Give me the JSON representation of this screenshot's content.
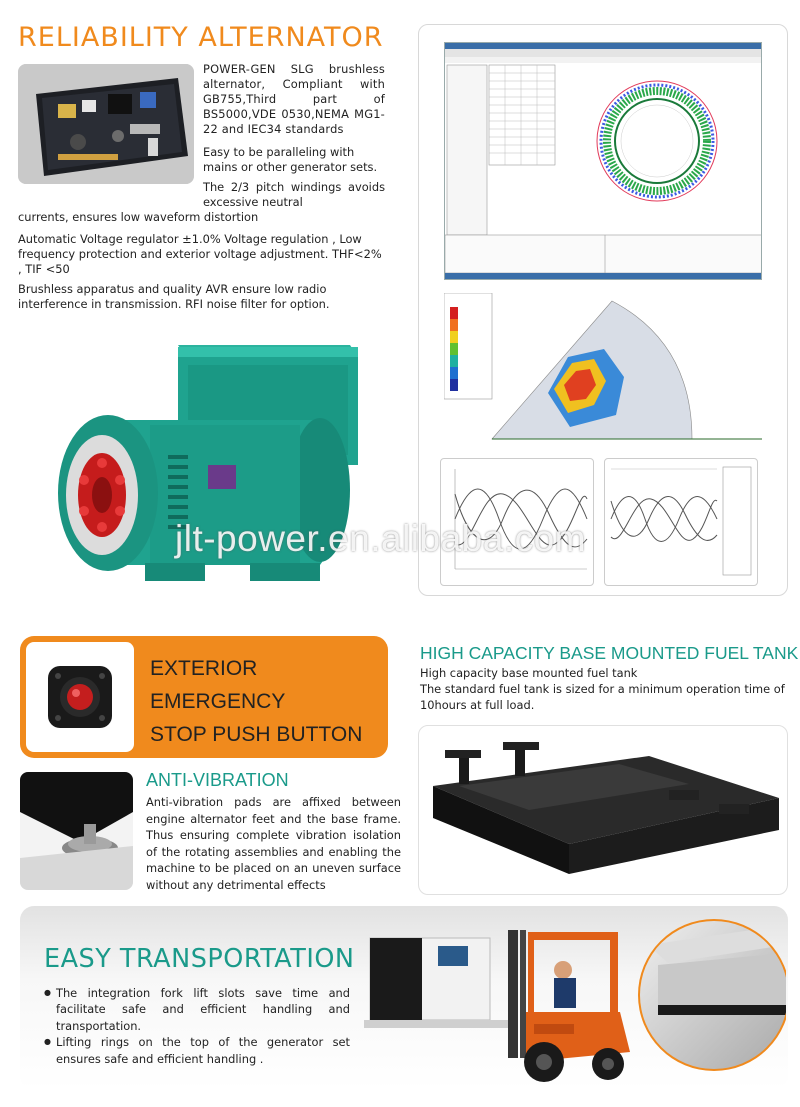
{
  "reliability": {
    "title": "RELIABILITY ALTERNATOR",
    "para1": "POWER-GEN SLG brushless alternator, Compliant with GB755,Third part of BS5000,VDE 0530,NEMA MG1-22 and IEC34 standards",
    "para2": "Easy to be paralleling with mains or other generator sets.",
    "para3a": "The 2/3 pitch windings avoids excessive neutral",
    "para3b": "currents, ensures low waveform distortion",
    "para4": "Automatic Voltage regulator ±1.0% Voltage regulation , Low frequency protection and exterior voltage adjustment. THF<2% , TIF <50",
    "para5": "Brushless apparatus and quality AVR ensure low radio interference in transmission. RFI noise filter for option."
  },
  "watermark": "jlt-power.en.alibaba.com",
  "emergency_stop": {
    "line1": "EXTERIOR",
    "line2": "EMERGENCY",
    "line3": "STOP PUSH BUTTON"
  },
  "fuel_tank": {
    "title": "HIGH CAPACITY BASE MOUNTED FUEL TANK",
    "line1": "High capacity base mounted fuel tank",
    "line2": "The standard fuel tank is sized for a minimum operation time of 10hours at full load."
  },
  "anti_vibration": {
    "title": "ANTI-VIBRATION",
    "text": "Anti-vibration pads are affixed between engine alternator feet and the base frame. Thus ensuring complete vibration isolation of the rotating assemblies and enabling the machine to be placed on an uneven surface without any detrimental effects"
  },
  "transportation": {
    "title": "EASY TRANSPORTATION",
    "items": [
      "The integration fork lift slots save time and facilitate safe and efficient handling and transportation.",
      "Lifting rings on the top of the generator set ensures safe and efficient handling ."
    ]
  },
  "colors": {
    "orange": "#f08a1d",
    "teal": "#1a9a8a",
    "alternator_green": "#1fa38f"
  }
}
